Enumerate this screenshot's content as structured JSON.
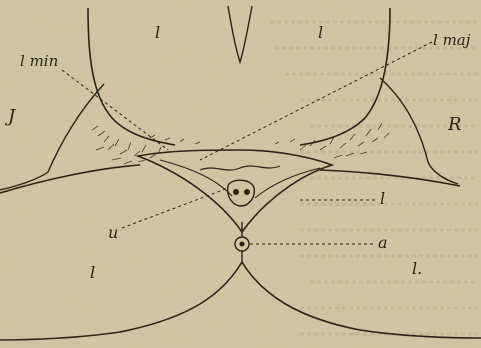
{
  "figure": {
    "background_color": "#d4c9a6",
    "ink_color": "#2a2418",
    "labels": {
      "l_top_left": "l",
      "l_top_right": "l",
      "l_min": "l min",
      "l_maj": "l maj",
      "J": "J",
      "R": "R",
      "u": "u",
      "l_mid_right": "l",
      "a": "a",
      "l_bottom_left": "l",
      "l_bottom_right": "l."
    }
  }
}
